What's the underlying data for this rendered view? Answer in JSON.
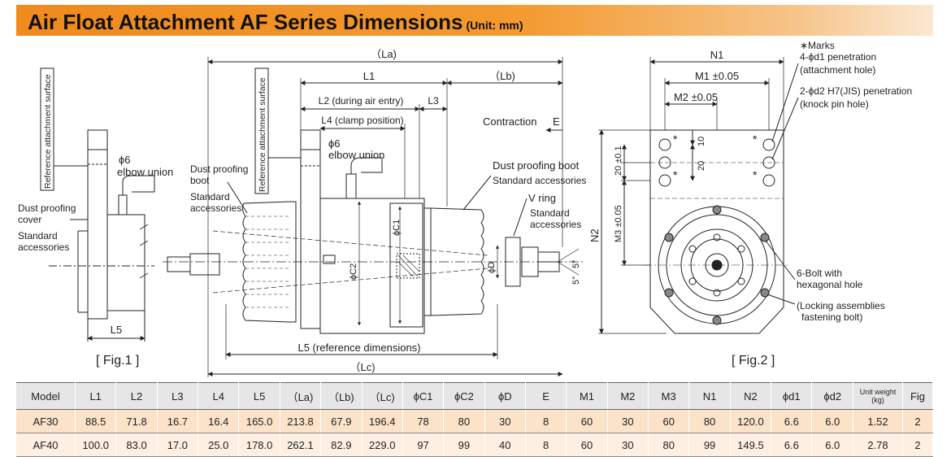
{
  "header": {
    "title": "Air Float Attachment AF Series Dimensions",
    "unit": "(Unit: mm)"
  },
  "fig1": {
    "caption": "[ Fig.1 ]",
    "ref_surface": "Reference attachment surface",
    "elbow_phi": "ϕ6",
    "elbow_text": "elbow union",
    "dust_cover_1": "Dust proofing",
    "dust_cover_2": "cover",
    "std_acc_1": "Standard",
    "std_acc_2": "accessories",
    "dim_l5": "L5"
  },
  "fig_main": {
    "la": "（La)",
    "l1": "L1",
    "lb": "（Lb)",
    "l2": "L2 (during air entry)",
    "l3": "L3",
    "l4": "L4 (clamp position)",
    "contraction": "Contraction",
    "e": "E",
    "ref_surface": "Reference attachment surface",
    "elbow_phi": "ϕ6",
    "elbow_text": "elbow union",
    "dust_boot_1": "Dust proofing",
    "dust_boot_2": "boot",
    "std_acc_1": "Standard",
    "std_acc_2": "accessories",
    "dust_boot_r": "Dust proofing boot",
    "std_acc_r": "Standard accessories",
    "v_ring": "V ring",
    "std_acc_r2_1": "Standard",
    "std_acc_r2_2": "accessories",
    "c1": "ϕC1",
    "c2": "ϕC2",
    "d": "ϕD",
    "angle": "5°",
    "l5": "L5 (reference dimensions)",
    "lc": "（Lc)"
  },
  "fig2": {
    "caption": "[ Fig.2 ]",
    "n1": "N1",
    "m1": "M1 ±0.05",
    "m2": "M2 ±0.05",
    "n2": "N2",
    "m3": "M3 ±0.05",
    "d20": "20 ±0.1",
    "d10": "10",
    "d20b": "20",
    "mark": "*",
    "marks": "∗Marks",
    "pen1": "4-ϕd1 penetration",
    "pen1b": "(attachment hole)",
    "pen2": "2-ϕd2 H7(JIS) penetration",
    "pen2b": "(knock pin hole)",
    "bolt1": "6-Bolt with",
    "bolt2": "hexagonal hole",
    "lock1": "(Locking assemblies",
    "lock2": "fastening bolt)"
  },
  "table": {
    "headers": [
      "Model",
      "L1",
      "L2",
      "L3",
      "L4",
      "L5",
      "（La)",
      "（Lb)",
      "（Lc)",
      "ϕC1",
      "ϕC2",
      "ϕD",
      "E",
      "M1",
      "M2",
      "M3",
      "N1",
      "N2",
      "ϕd1",
      "ϕd2",
      "Unit weight (kg)",
      "Fig"
    ],
    "rows": [
      [
        "AF30",
        "88.5",
        "71.8",
        "16.7",
        "16.4",
        "165.0",
        "213.8",
        "67.9",
        "196.4",
        "78",
        "80",
        "30",
        "8",
        "60",
        "30",
        "60",
        "80",
        "120.0",
        "6.6",
        "6.0",
        "1.52",
        "2"
      ],
      [
        "AF40",
        "100.0",
        "83.0",
        "17.0",
        "25.0",
        "178.0",
        "262.1",
        "82.9",
        "229.0",
        "97",
        "99",
        "40",
        "8",
        "60",
        "30",
        "80",
        "99",
        "149.5",
        "6.6",
        "6.0",
        "2.78",
        "2"
      ]
    ]
  }
}
